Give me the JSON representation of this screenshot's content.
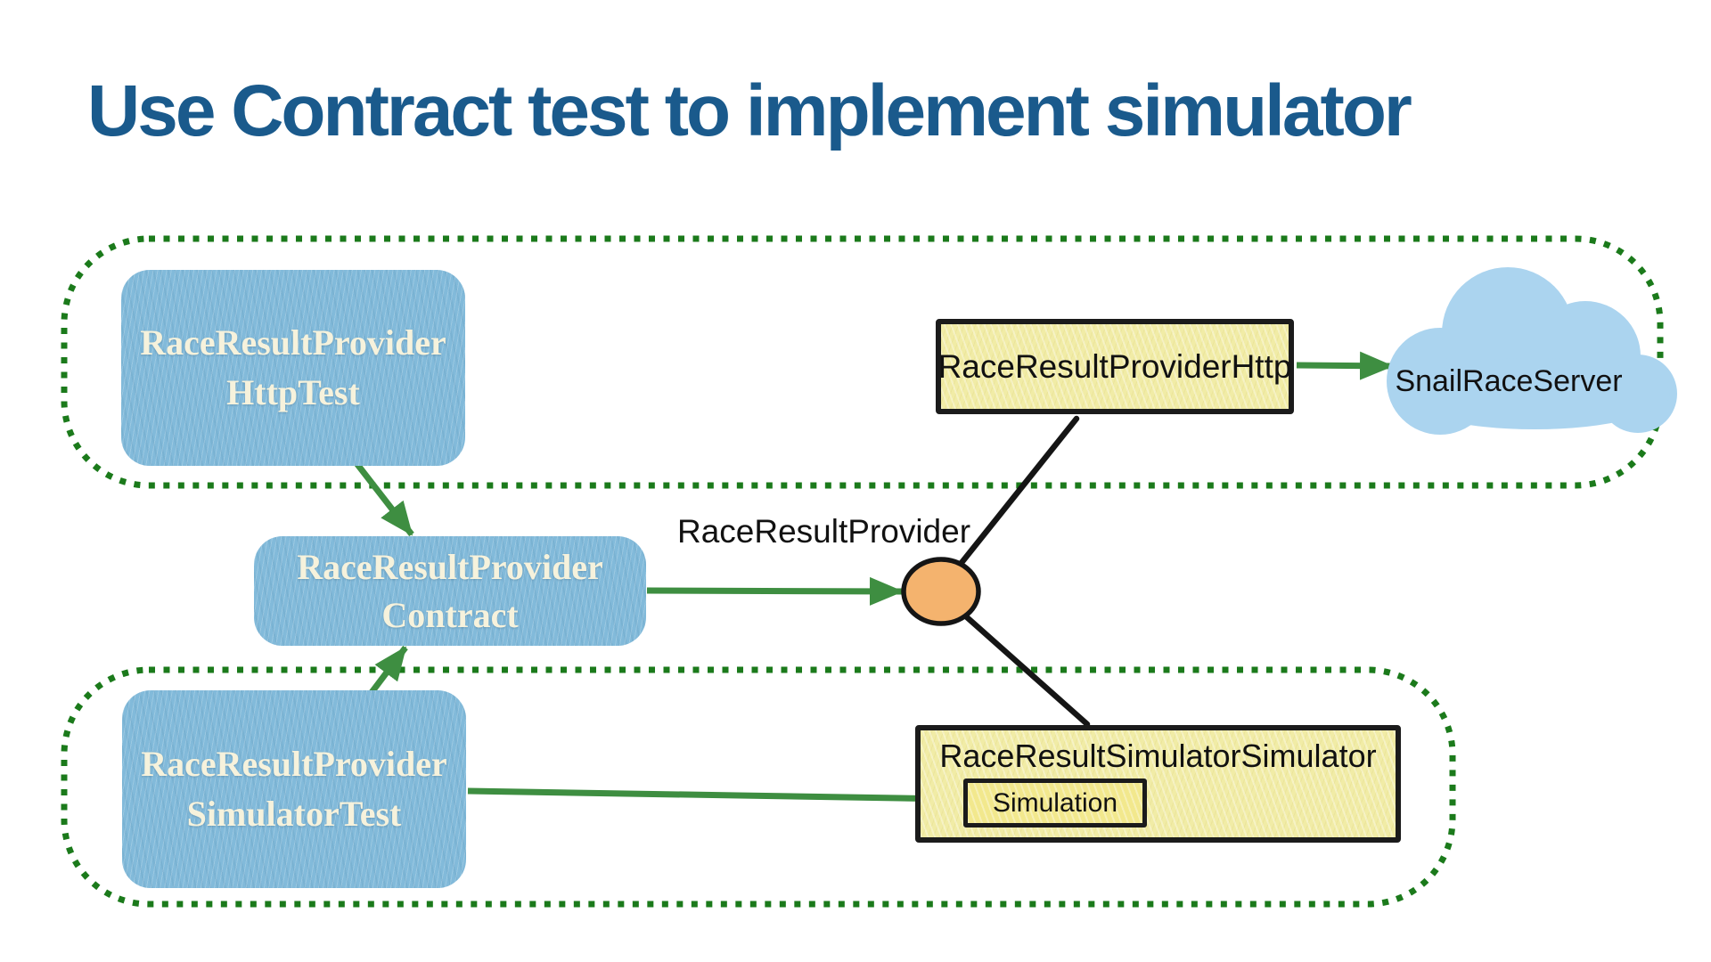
{
  "title": "Use Contract test to implement simulator",
  "nodes": {
    "http_test": {
      "line1": "RaceResultProvider",
      "line2": "HttpTest"
    },
    "contract": {
      "line1": "RaceResultProvider",
      "line2": "Contract"
    },
    "simulator_test": {
      "line1": "RaceResultProvider",
      "line2": "SimulatorTest"
    },
    "provider_http": {
      "label": "RaceResultProviderHttp"
    },
    "simulator": {
      "label": "RaceResultSimulatorSimulator",
      "inner_label": "Simulation"
    },
    "cloud": {
      "label": "SnailRaceServer"
    },
    "interface": {
      "label": "RaceResultProvider"
    }
  },
  "colors": {
    "title_text": "#1A5A8C",
    "blue_box_fill": "#82BADA",
    "blue_box_text": "#F6F2DC",
    "yellow_box_fill": "#F1ECA6",
    "inner_yellow_fill": "#F2E88D",
    "cloud_fill": "#ABD4EF",
    "arrow_green": "#3E8E41",
    "dotted_border_green": "#1B7A1B",
    "interface_circle_orange": "#F4B36E",
    "connector_black": "#151515"
  }
}
